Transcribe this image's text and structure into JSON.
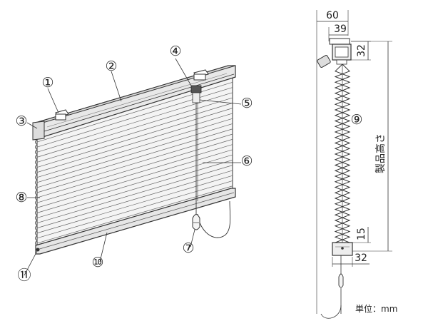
{
  "callouts": [
    {
      "id": 1,
      "label": "①"
    },
    {
      "id": 2,
      "label": "②"
    },
    {
      "id": 3,
      "label": "③"
    },
    {
      "id": 4,
      "label": "④"
    },
    {
      "id": 5,
      "label": "⑤"
    },
    {
      "id": 6,
      "label": "⑥"
    },
    {
      "id": 7,
      "label": "⑦"
    },
    {
      "id": 8,
      "label": "⑧"
    },
    {
      "id": 9,
      "label": "⑨"
    },
    {
      "id": 10,
      "label": "⑩"
    },
    {
      "id": 11,
      "label": "⑪"
    }
  ],
  "dimensions": {
    "overall_depth": "60",
    "headrail_depth": "39",
    "headrail_height": "32",
    "bottom_rail_offset": "15",
    "bottom_rail_depth": "32"
  },
  "height_label": "製品高さ",
  "unit_label": "単位：mm",
  "colors": {
    "line": "#333333",
    "fabric": "#f4f4f4",
    "rail": "#e8e8e8",
    "dark": "#444444"
  }
}
